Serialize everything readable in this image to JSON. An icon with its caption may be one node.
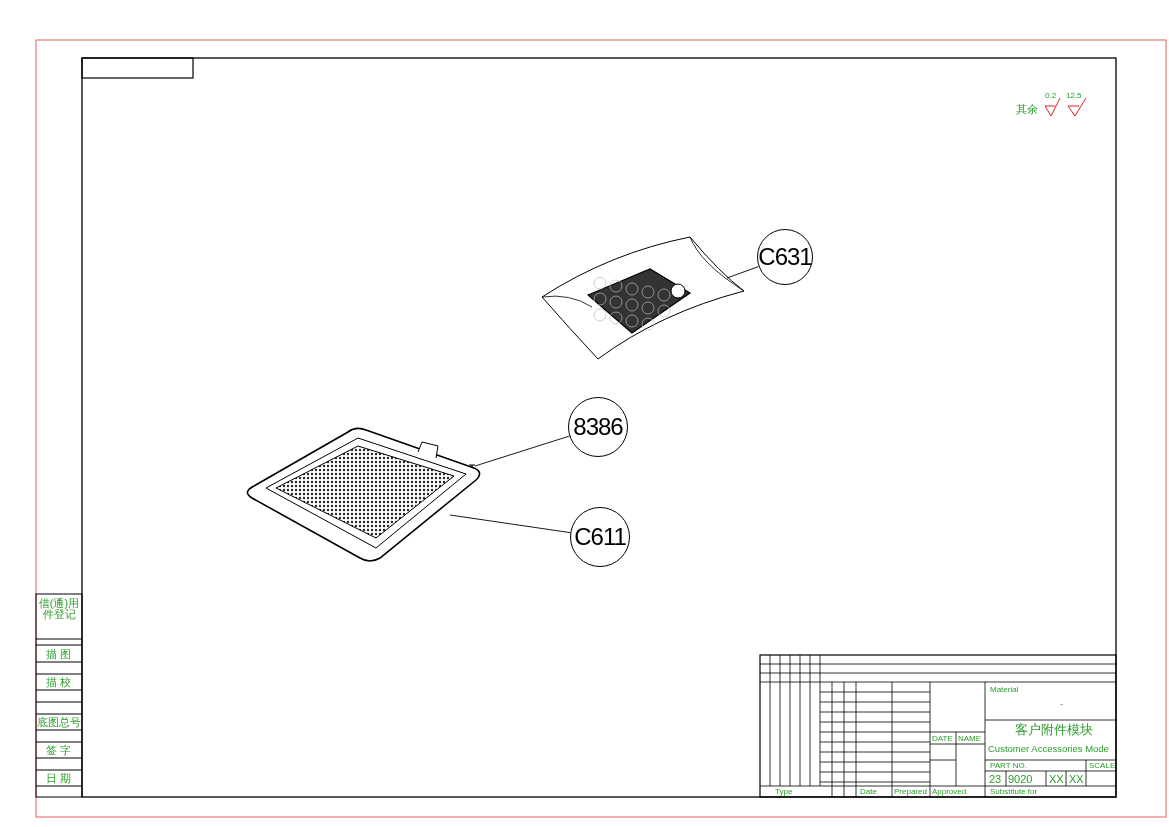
{
  "diagram": {
    "nodes": [
      {
        "text": [
          "C631"
        ]
      },
      {
        "text": [],
        "shape": "picture"
      },
      {
        "text": [
          "8386"
        ]
      },
      {
        "text": [],
        "shape": "picture"
      },
      {
        "text": [
          "C611"
        ]
      },
      {
        "text": [],
        "shape": "picture"
      }
    ],
    "edges": [
      {
        "from": 0,
        "to": 1,
        "arrow": "none"
      },
      {
        "from": 2,
        "to": 3,
        "arrow": "none"
      },
      {
        "from": 4,
        "to": 5,
        "arrow": "none"
      }
    ],
    "labels": [
      "其余",
      "0.2",
      "12.5",
      "借(通)用件登记",
      "描 图",
      "描 校",
      "底图总号",
      "签 字",
      "日 期",
      "Material",
      "-",
      "DATE",
      "NAME",
      "客户附件模块",
      "Customer Accessories Mode",
      "PART NO.",
      "SCALE",
      "23",
      "9020",
      "XX",
      "XX",
      "Type",
      "Date",
      "Prepared",
      "Approved",
      "Substitute for"
    ]
  }
}
